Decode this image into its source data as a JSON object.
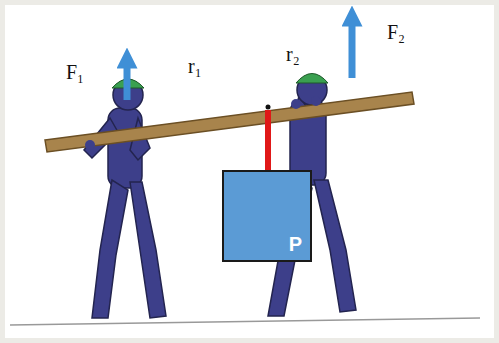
{
  "diagram": {
    "nodes": [
      {
        "text": [
          "P"
        ]
      }
    ],
    "labels": [
      "F₁",
      "r₁",
      "r₂",
      "F₂"
    ]
  }
}
